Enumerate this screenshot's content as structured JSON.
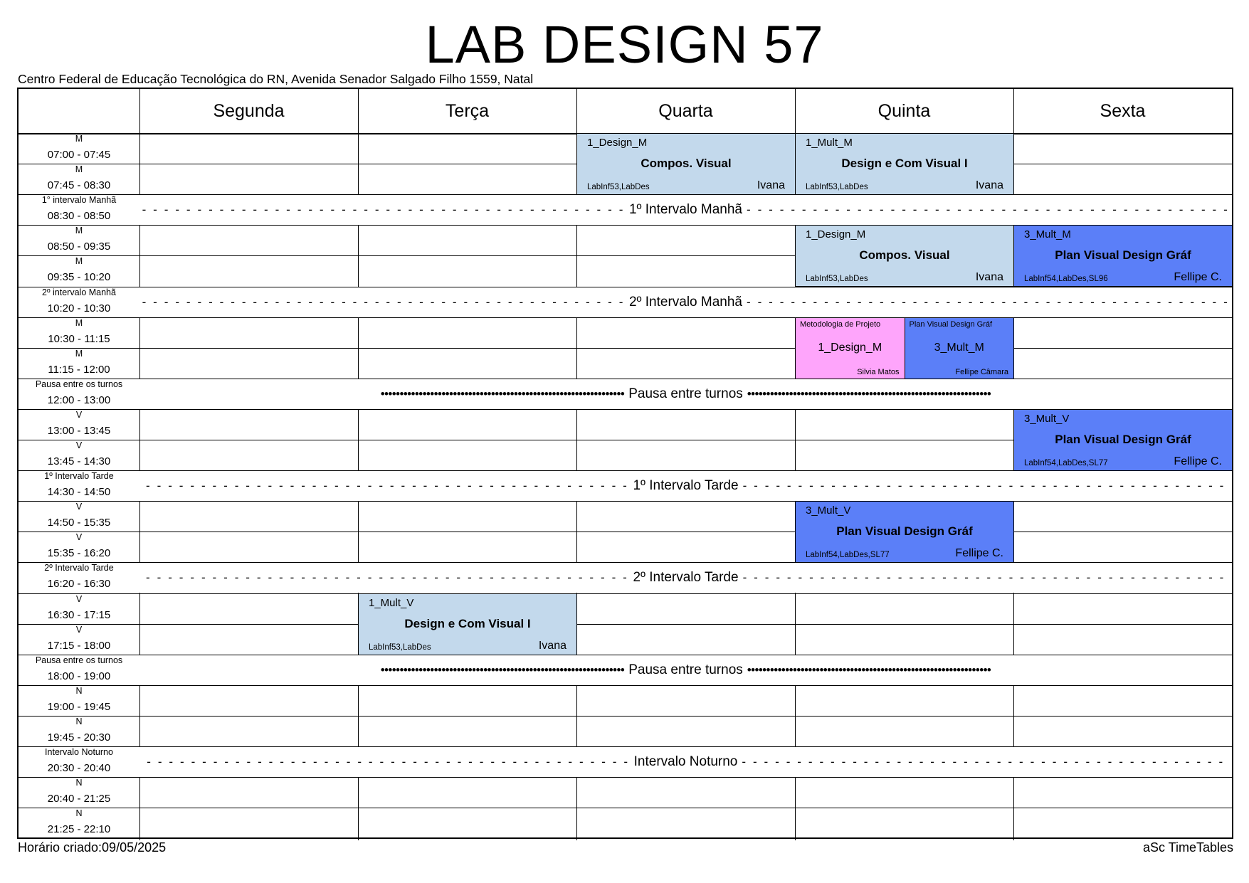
{
  "header": {
    "title": "LAB DESIGN 57",
    "address": "Centro Federal de Educação Tecnológica do RN, Avenida Senador Salgado Filho 1559, Natal"
  },
  "days": [
    "Segunda",
    "Terça",
    "Quarta",
    "Quinta",
    "Sexta"
  ],
  "periods": [
    {
      "label": "M",
      "time": "07:00 - 07:45"
    },
    {
      "label": "M",
      "time": "07:45 - 08:30"
    },
    {
      "label": "1° intervalo Manhã",
      "time": "08:30 - 08:50"
    },
    {
      "label": "M",
      "time": "08:50 - 09:35"
    },
    {
      "label": "M",
      "time": "09:35 - 10:20"
    },
    {
      "label": "2º intervalo Manhã",
      "time": "10:20 - 10:30"
    },
    {
      "label": "M",
      "time": "10:30 - 11:15"
    },
    {
      "label": "M",
      "time": "11:15 - 12:00"
    },
    {
      "label": "Pausa entre os turnos",
      "time": "12:00 - 13:00"
    },
    {
      "label": "V",
      "time": "13:00 - 13:45"
    },
    {
      "label": "V",
      "time": "13:45 - 14:30"
    },
    {
      "label": "1º Intervalo Tarde",
      "time": "14:30 - 14:50"
    },
    {
      "label": "V",
      "time": "14:50 - 15:35"
    },
    {
      "label": "V",
      "time": "15:35 - 16:20"
    },
    {
      "label": "2º Intervalo Tarde",
      "time": "16:20 - 16:30"
    },
    {
      "label": "V",
      "time": "16:30 - 17:15"
    },
    {
      "label": "V",
      "time": "17:15 - 18:00"
    },
    {
      "label": "Pausa entre os turnos",
      "time": "18:00 - 19:00"
    },
    {
      "label": "N",
      "time": "19:00 - 19:45"
    },
    {
      "label": "N",
      "time": "19:45 - 20:30"
    },
    {
      "label": "Intervalo Noturno",
      "time": "20:30 - 20:40"
    },
    {
      "label": "N",
      "time": "20:40 - 21:25"
    },
    {
      "label": "N",
      "time": "21:25 - 22:10"
    }
  ],
  "breaks": [
    {
      "row": 2,
      "label": "1º Intervalo Manhã",
      "style": "dash"
    },
    {
      "row": 5,
      "label": "2º Intervalo Manhã",
      "style": "dash"
    },
    {
      "row": 8,
      "label": "Pausa entre turnos",
      "style": "dot"
    },
    {
      "row": 11,
      "label": "1º Intervalo Tarde",
      "style": "dash"
    },
    {
      "row": 14,
      "label": "2º Intervalo Tarde",
      "style": "dash"
    },
    {
      "row": 17,
      "label": "Pausa entre turnos",
      "style": "dot"
    },
    {
      "row": 20,
      "label": "Intervalo Noturno",
      "style": "dash"
    }
  ],
  "lessons": [
    {
      "day": 2,
      "row": 0,
      "group": "1_Design_M",
      "subject": "Compos. Visual",
      "room": "LabInf53,LabDes",
      "teacher": "Ivana",
      "color": "#c3d9ec"
    },
    {
      "day": 3,
      "row": 0,
      "group": "1_Mult_M",
      "subject": "Design e Com Visual I",
      "room": "LabInf53,LabDes",
      "teacher": "Ivana",
      "color": "#c3d9ec"
    },
    {
      "day": 3,
      "row": 3,
      "group": "1_Design_M",
      "subject": "Compos. Visual",
      "room": "LabInf53,LabDes",
      "teacher": "Ivana",
      "color": "#c3d9ec"
    },
    {
      "day": 4,
      "row": 3,
      "group": "3_Mult_M",
      "subject": "Plan Visual Design Gráf",
      "room": "LabInf54,LabDes,SL96",
      "teacher": "Fellipe C.",
      "color": "#5b7ff8"
    },
    {
      "day": 4,
      "row": 9,
      "group": "3_Mult_V",
      "subject": "Plan Visual Design Gráf",
      "room": "LabInf54,LabDes,SL77",
      "teacher": "Fellipe C.",
      "color": "#5b7ff8"
    },
    {
      "day": 3,
      "row": 12,
      "group": "3_Mult_V",
      "subject": "Plan Visual Design Gráf",
      "room": "LabInf54,LabDes,SL77",
      "teacher": "Fellipe C.",
      "color": "#5b7ff8"
    },
    {
      "day": 1,
      "row": 15,
      "group": "1_Mult_V",
      "subject": "Design e Com Visual I",
      "room": "LabInf53,LabDes",
      "teacher": "Ivana",
      "color": "#c3d9ec"
    }
  ],
  "split_lessons": [
    {
      "day": 3,
      "row": 6,
      "half": 0,
      "subject": "Metodologia de Projeto",
      "group": "1_Design_M",
      "teacher": "Silvia Matos",
      "color": "#fea5fb"
    },
    {
      "day": 3,
      "row": 6,
      "half": 1,
      "subject": "Plan Visual Design Gráf",
      "group": "3_Mult_M",
      "teacher": "Fellipe Câmara",
      "color": "#5b7ff8"
    }
  ],
  "footer": {
    "created": "Horário criado:09/05/2025",
    "software": "aSc TimeTables"
  }
}
